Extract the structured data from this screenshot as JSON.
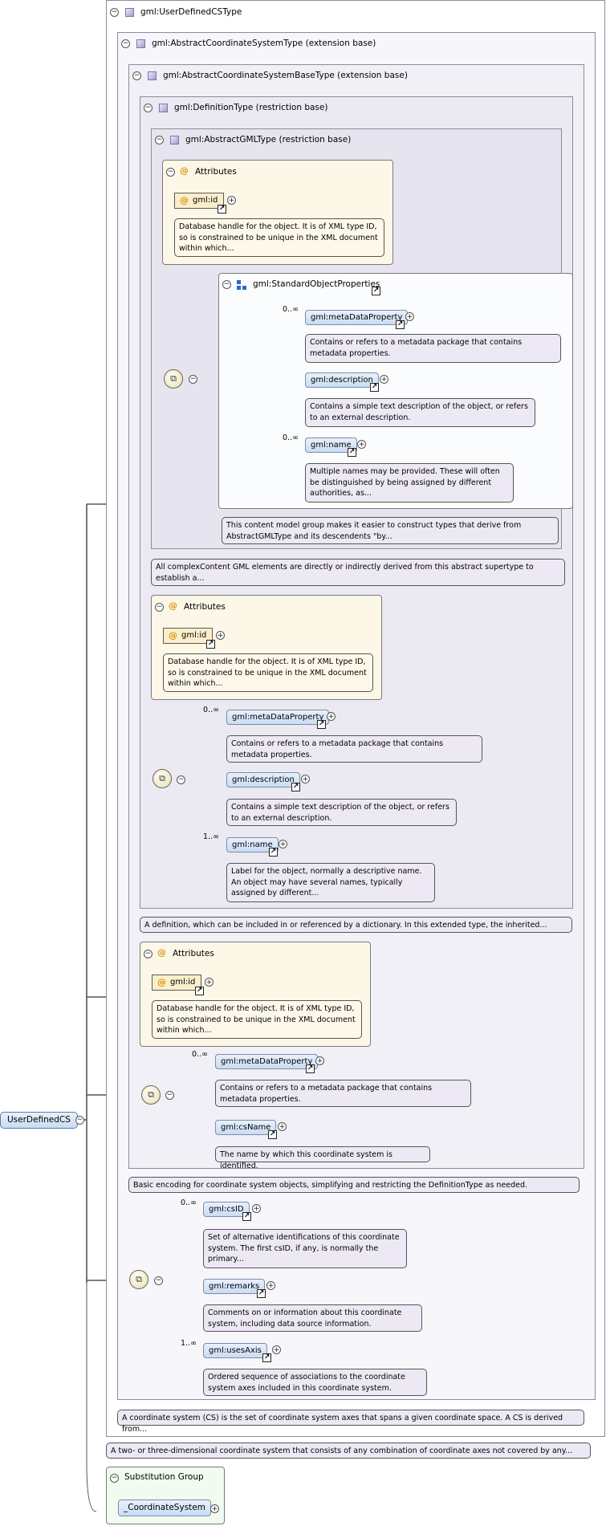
{
  "root": {
    "name": "UserDefinedCS"
  },
  "types": {
    "t0": "gml:UserDefinedCSType",
    "t1": "gml:AbstractCoordinateSystemType (extension base)",
    "t2": "gml:AbstractCoordinateSystemBaseType (extension base)",
    "t3": "gml:DefinitionType (restriction base)",
    "t4": "gml:AbstractGMLType (restriction base)"
  },
  "labels": {
    "attributes": "Attributes",
    "gml_id": "gml:id",
    "std_group": "gml:StandardObjectProperties",
    "subst_group": "Substitution Group",
    "subst_member": "_CoordinateSystem"
  },
  "elements": {
    "metaDataProperty": "gml:metaDataProperty",
    "description": "gml:description",
    "name": "gml:name",
    "csName": "gml:csName",
    "csID": "gml:csID",
    "remarks": "gml:remarks",
    "usesAxis": "gml:usesAxis"
  },
  "cardinality": {
    "zero_many": "0..∞",
    "one_many": "1..∞"
  },
  "notes": {
    "gml_id": "Database handle for the object. It is of XML type ID, so is constrained to be unique in the XML document within which...",
    "metaDataProperty": "Contains or refers to a metadata package that contains metadata properties.",
    "description": "Contains a simple text description of the object, or refers to an external description.",
    "name_std": "Multiple names may be provided. These will often be distinguished by being assigned by different authorities, as...",
    "std_group": "This content model group makes it easier to construct types that derive from AbstractGMLType and its descendents \"by...",
    "abstract_gml": "All complexContent GML elements are directly or indirectly derived from this abstract supertype to establish a...",
    "name_def": "Label for the object, normally a descriptive name. An object may have several names, typically assigned by different...",
    "definition": "A definition, which can be included in or referenced by a dictionary. In this extended type, the inherited...",
    "csName": "The name by which this coordinate system is identified.",
    "base": "Basic encoding for coordinate system objects, simplifying and restricting the DefinitionType as needed.",
    "csID": "Set of alternative identifications of this coordinate system. The first csID, if any, is normally the primary...",
    "remarks": "Comments on or information about this coordinate system, including data source information.",
    "usesAxis": "Ordered sequence of associations to the coordinate system axes included in this coordinate system.",
    "abstract_cs": "A coordinate system (CS) is the set of coordinate system axes that spans a given coordinate space. A CS is derived from...",
    "user_defined": "A two- or three-dimensional coordinate system that consists of any combination of coordinate axes not covered by any..."
  }
}
